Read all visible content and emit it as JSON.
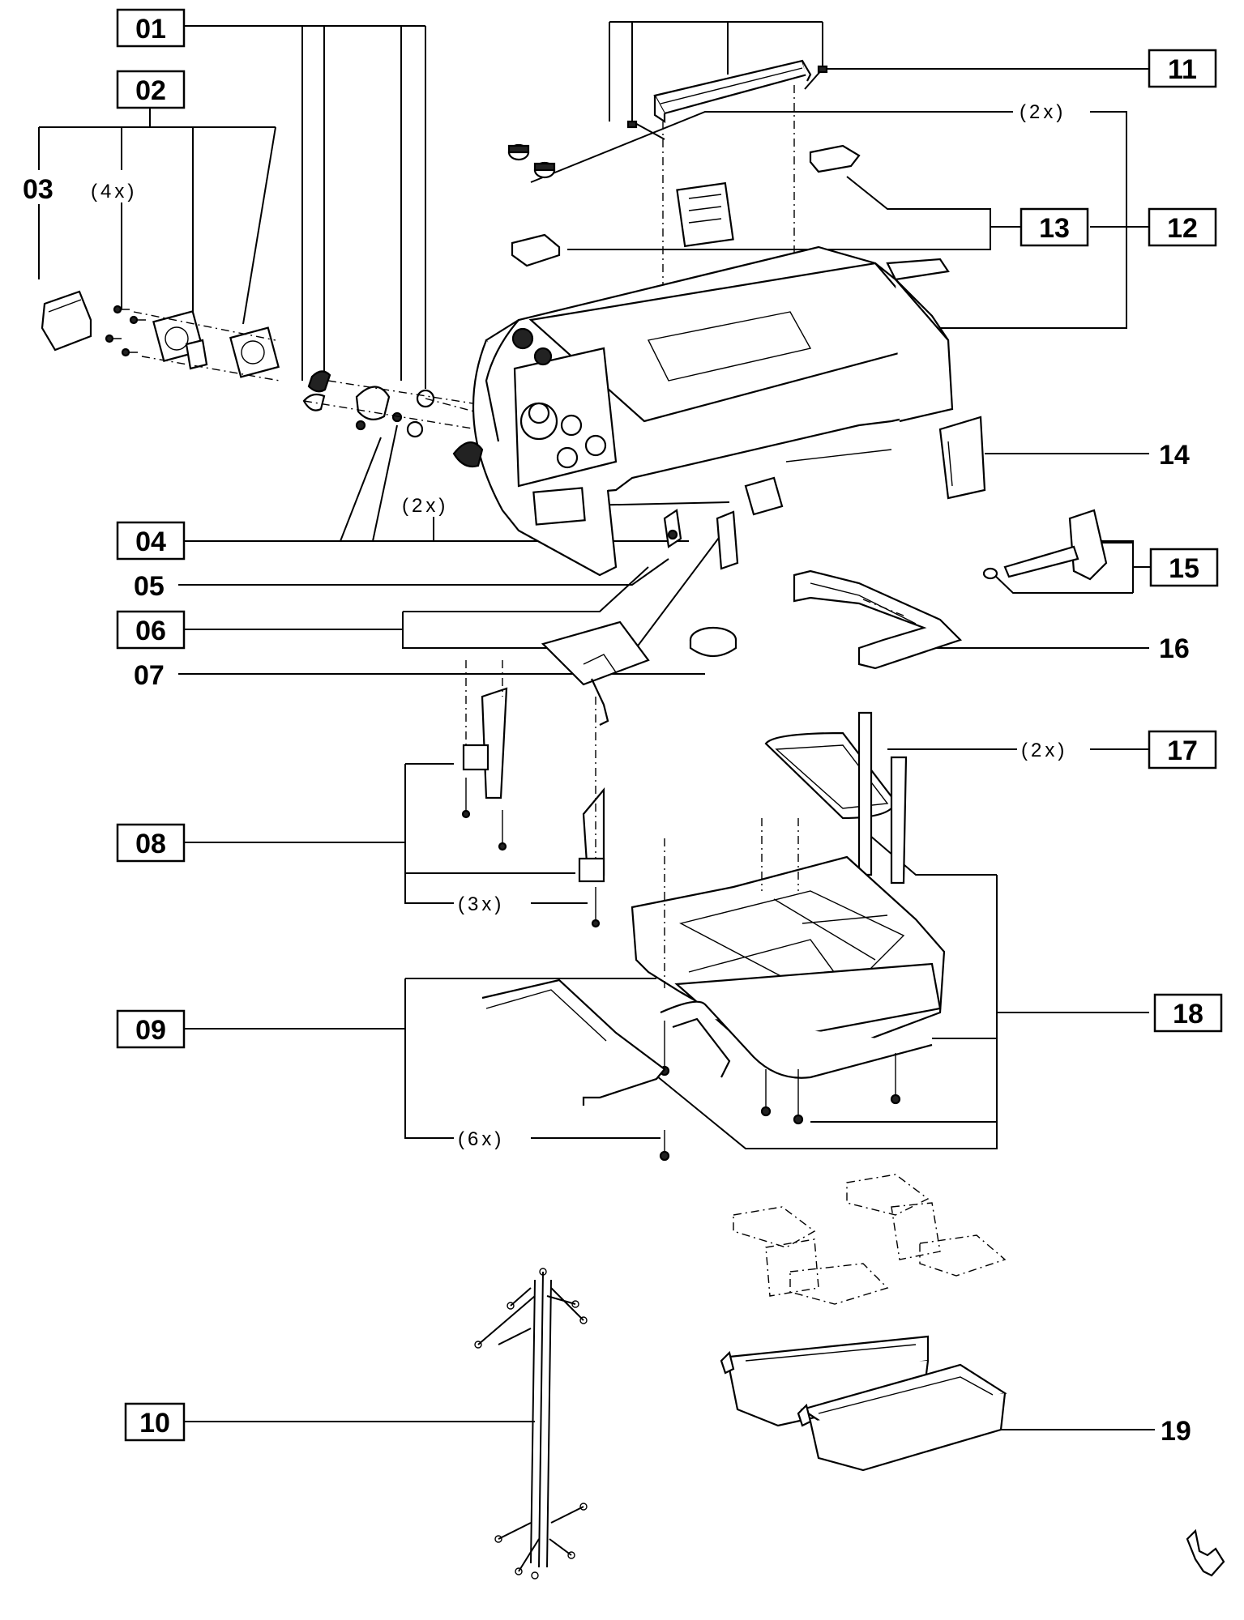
{
  "diagram": {
    "labels": {
      "p01": "01",
      "p02": "02",
      "p03": "03",
      "p04": "04",
      "p05": "05",
      "p06": "06",
      "p07": "07",
      "p08": "08",
      "p09": "09",
      "p10": "10",
      "p11": "11",
      "p12": "12",
      "p13": "13",
      "p14": "14",
      "p15": "15",
      "p16": "16",
      "p17": "17",
      "p18": "18",
      "p19": "19"
    },
    "quantities": {
      "q4x": "(4x)",
      "q2x_top": "(2x)",
      "q2x_mid": "(2x)",
      "q2x_right": "(2x)",
      "q3x": "(3x)",
      "q6x": "(6x)"
    }
  }
}
